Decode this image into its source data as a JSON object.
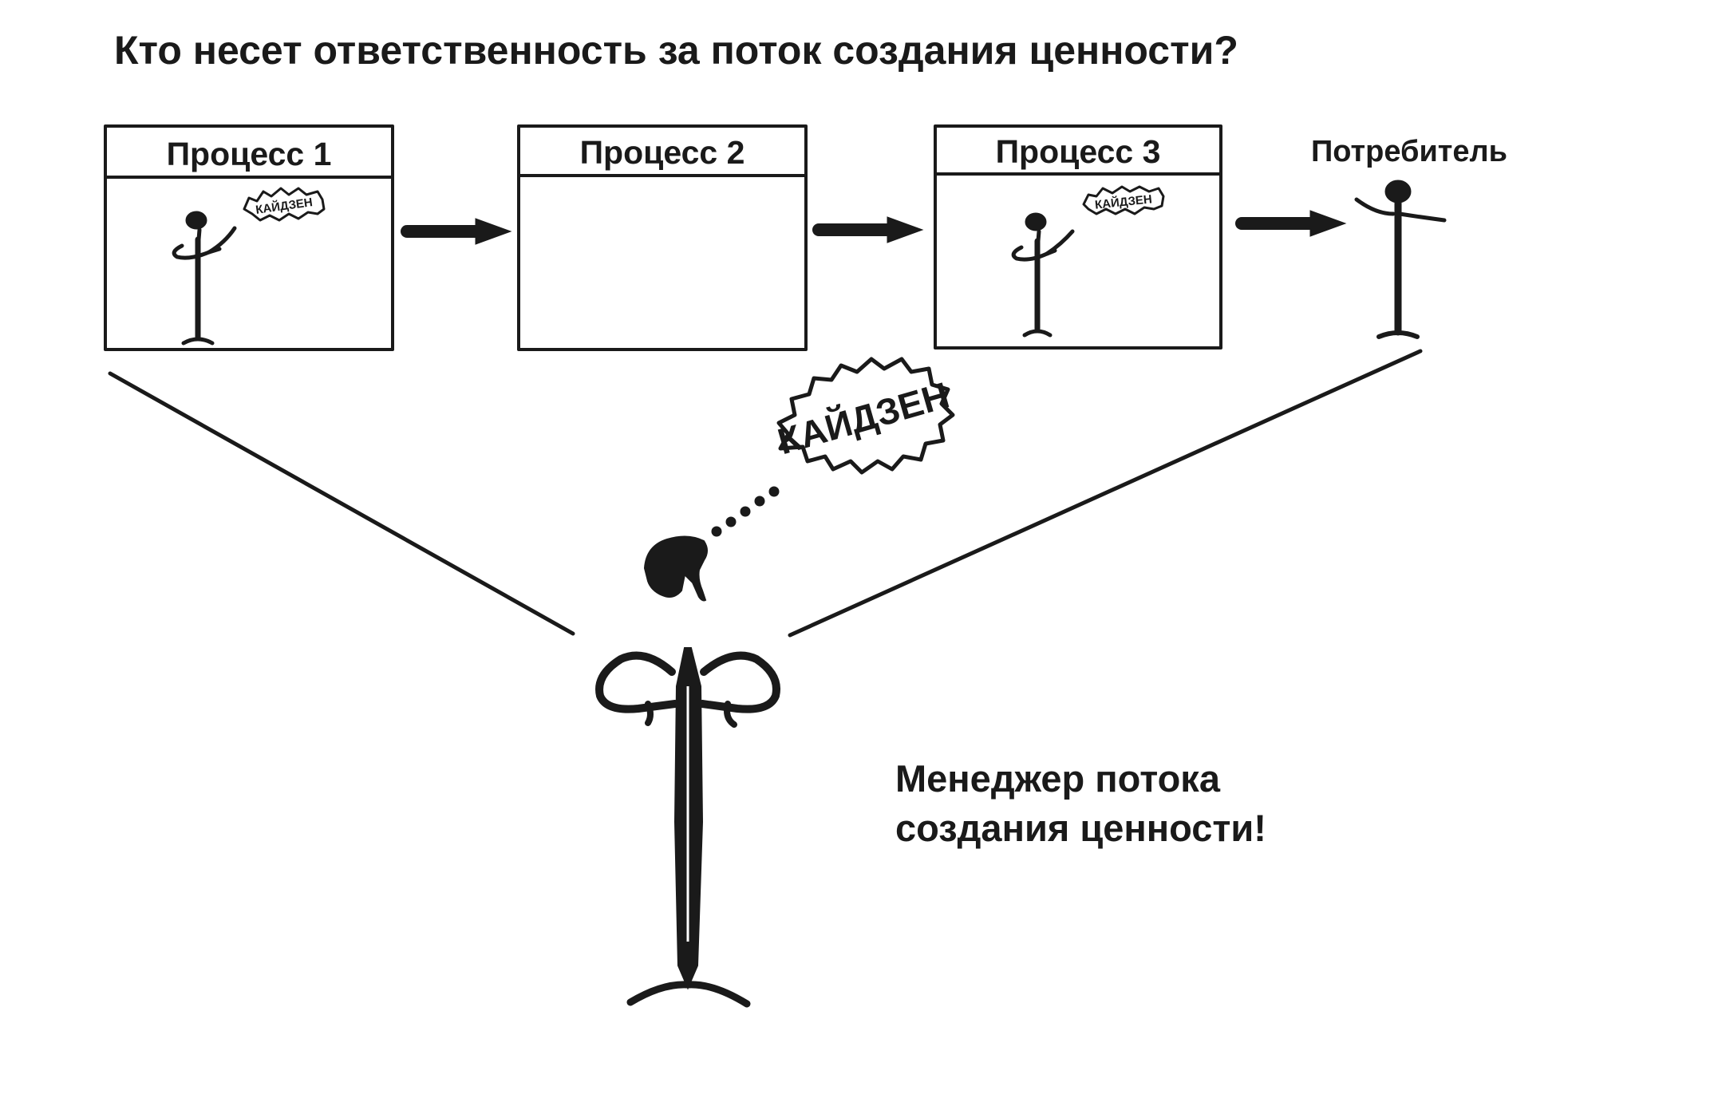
{
  "title": "Кто несет ответственность за поток создания ценности?",
  "processes": [
    {
      "label": "Процесс 1",
      "has_worker": true,
      "kaizen": "КАЙДЗЕН"
    },
    {
      "label": "Процесс 2",
      "has_worker": false
    },
    {
      "label": "Процесс 3",
      "has_worker": true,
      "kaizen": "КАЙДЗЕН"
    }
  ],
  "consumer": {
    "label": "Потребитель"
  },
  "manager": {
    "kaizen": "КАЙДЗЕН",
    "label_line1": "Менеджер потока",
    "label_line2": "создания ценности!"
  },
  "colors": {
    "ink": "#1a1a1a",
    "paper": "#ffffff"
  },
  "icons": [
    "arrow-right-icon",
    "stick-figure-icon",
    "kaizen-burst-icon"
  ]
}
